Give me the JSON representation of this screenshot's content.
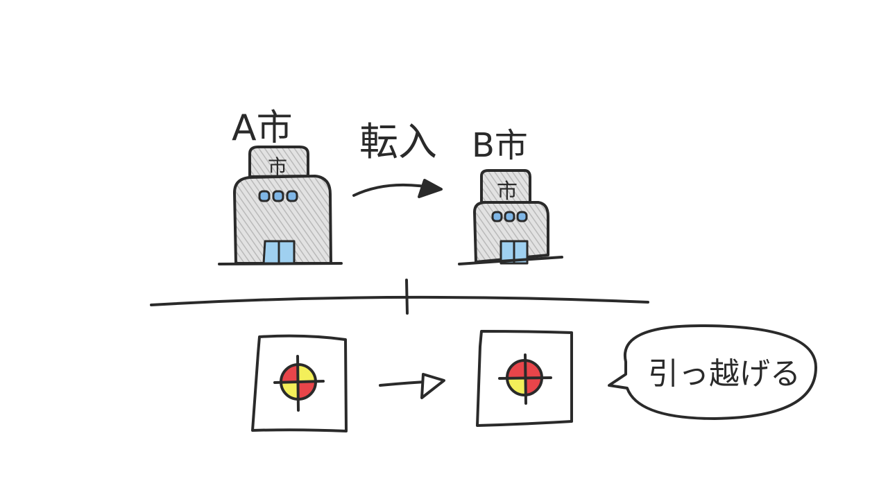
{
  "labels": {
    "city_a": "A市",
    "city_b": "B市",
    "move_in": "転入",
    "building_sign": "市",
    "speech": "引っ越げる"
  },
  "colors": {
    "ink": "#2a2a2a",
    "building_fill": "#d3d3d3",
    "window_blue": "#7fb6e6",
    "target_red": "#e8454a",
    "target_yellow": "#f3ef5a"
  }
}
